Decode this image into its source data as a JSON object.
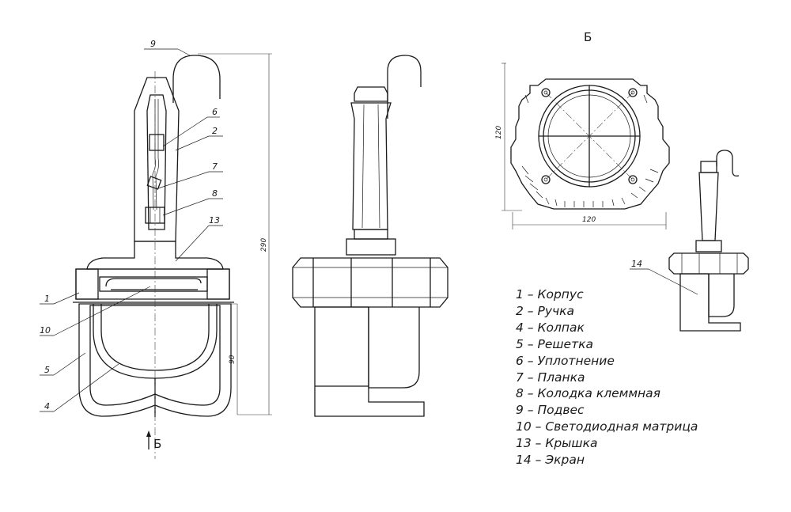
{
  "views": {
    "section_marker": "Б",
    "view_title": "Б"
  },
  "dimensions": {
    "height_total": "290",
    "height_lower": "90",
    "width_top": "120",
    "height_top": "120"
  },
  "callouts": [
    "9",
    "6",
    "2",
    "7",
    "8",
    "13",
    "1",
    "10",
    "5",
    "4",
    "14"
  ],
  "legend": [
    "1 – Корпус",
    "2 – Ручка",
    "4 – Колпак",
    "5 – Решетка",
    "6 – Уплотнение",
    "7 – Планка",
    "8 – Колодка клеммная",
    "9 – Подвес",
    "10 – Светодиодная матрица",
    "13 – Крышка",
    "14 – Экран"
  ]
}
